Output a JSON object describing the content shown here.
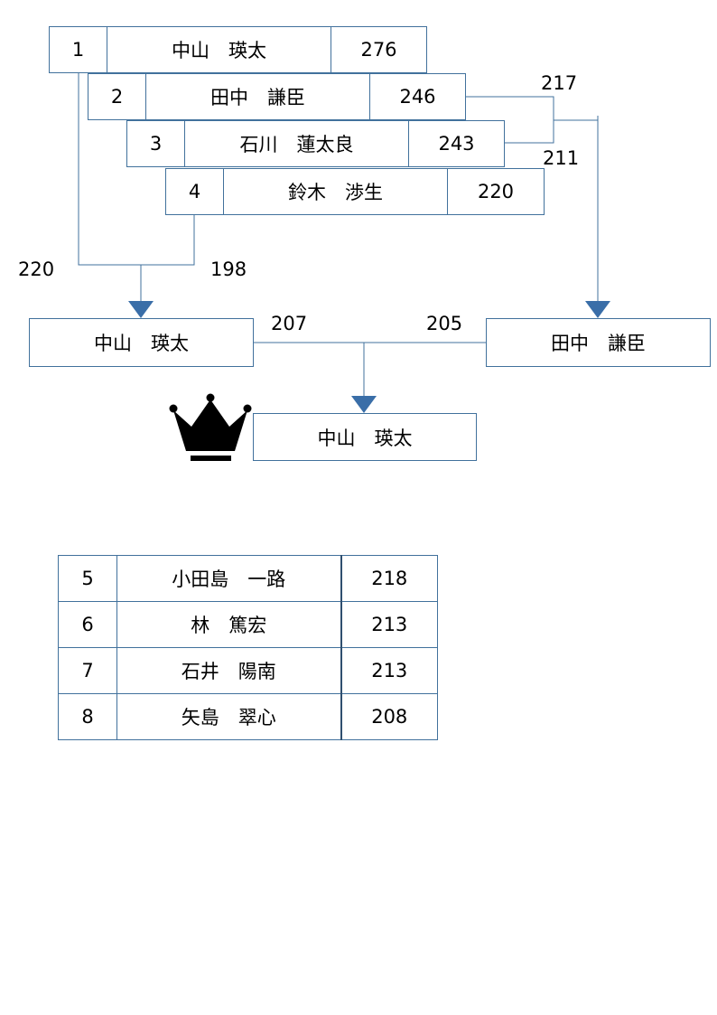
{
  "seeds": [
    {
      "rank": "1",
      "name": "中山　瑛太",
      "score": "276"
    },
    {
      "rank": "2",
      "name": "田中　謙臣",
      "score": "246"
    },
    {
      "rank": "3",
      "name": "石川　蓮太良",
      "score": "243"
    },
    {
      "rank": "4",
      "name": "鈴木　渉生",
      "score": "220"
    }
  ],
  "semifinal_scores": {
    "match_1v4": {
      "seed1": "220",
      "seed4": "198"
    },
    "match_2v3": {
      "seed2": "217",
      "seed3": "211"
    }
  },
  "final": {
    "left_player": "中山　瑛太",
    "right_player": "田中　謙臣",
    "left_score": "207",
    "right_score": "205"
  },
  "champion": {
    "name": "中山　瑛太",
    "icon": "crown-icon"
  },
  "others": [
    {
      "rank": "5",
      "name": "小田島　一路",
      "score": "218"
    },
    {
      "rank": "6",
      "name": "林　篤宏",
      "score": "213"
    },
    {
      "rank": "7",
      "name": "石井　陽南",
      "score": "213"
    },
    {
      "rank": "8",
      "name": "矢島　翠心",
      "score": "208"
    }
  ],
  "colors": {
    "border": "#41719c",
    "arrow": "#3a6ea8",
    "line": "#41719c"
  }
}
